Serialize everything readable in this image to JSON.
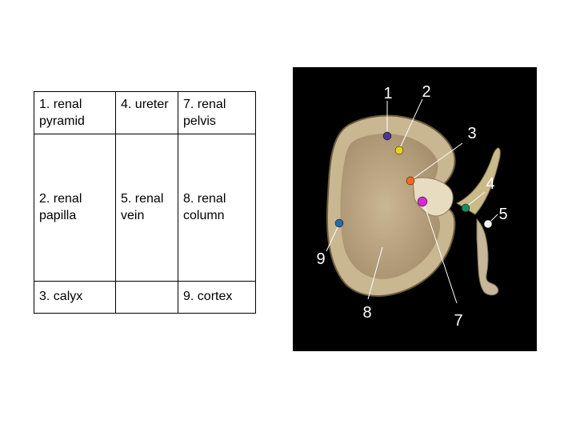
{
  "legend": {
    "rows": [
      [
        "1. renal pyramid",
        "4. ureter",
        "7. renal pelvis"
      ],
      [
        "2. renal papilla",
        "5. renal vein",
        "8. renal column"
      ],
      [
        "3. calyx",
        "",
        "9. cortex"
      ]
    ]
  },
  "labels": {
    "n1": "1",
    "n2": "2",
    "n3": "3",
    "n4": "4",
    "n5": "5",
    "n7": "7",
    "n8": "8",
    "n9": "9"
  },
  "pin_colors": {
    "pyramid": "#4a3a8a",
    "papilla": "#e6d21a",
    "calyx": "#ff6a1a",
    "pelvis": "#d22bd2",
    "ureter": "#1a8a5a",
    "vein": "#f2f2f2",
    "cortex": "#2a6aa8"
  }
}
